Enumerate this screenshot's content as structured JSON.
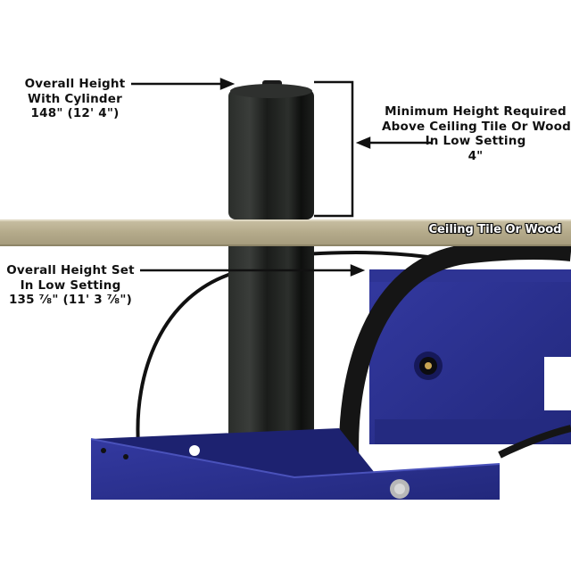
{
  "annotations": {
    "overall_height_with_cylinder": {
      "lines": [
        "Overall Height",
        "With Cylinder",
        "148\" (12' 4\")"
      ]
    },
    "minimum_height_required": {
      "lines": [
        "Minimum Height Required",
        "Above Ceiling Tile Or Wood",
        "In Low Setting",
        "4\""
      ]
    },
    "overall_height_low_setting": {
      "lines": [
        "Overall Height Set",
        "In Low Setting",
        "135 ⁷⁄₈\" (11' 3 ⁷⁄₈\")"
      ]
    },
    "ceiling_label": "Ceiling Tile Or Wood"
  },
  "colors": {
    "background": "#ffffff",
    "ceiling_board": "#b8ad8e",
    "cylinder": "#1c1f1c",
    "frame_blue": "#2a2f8c",
    "hose": "#111111",
    "text": "#111111"
  }
}
